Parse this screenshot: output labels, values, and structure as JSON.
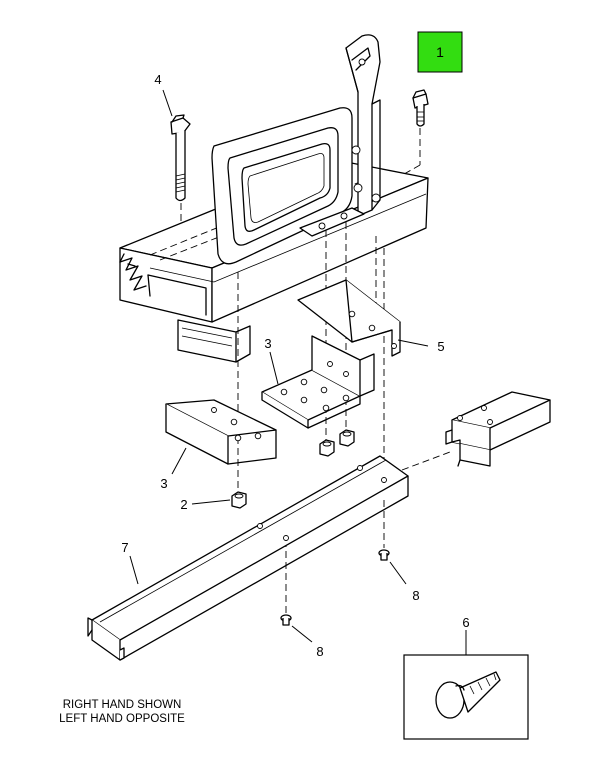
{
  "callouts": {
    "item_1": "1",
    "item_2": "2",
    "item_3_upper": "3",
    "item_3_lower": "3",
    "item_4": "4",
    "item_5": "5",
    "item_6": "6",
    "item_7": "7",
    "item_8_right": "8",
    "item_8_left": "8"
  },
  "highlight_color": "#33dd11",
  "note": {
    "line1": "RIGHT HAND SHOWN",
    "line2": "LEFT HAND OPPOSITE"
  }
}
